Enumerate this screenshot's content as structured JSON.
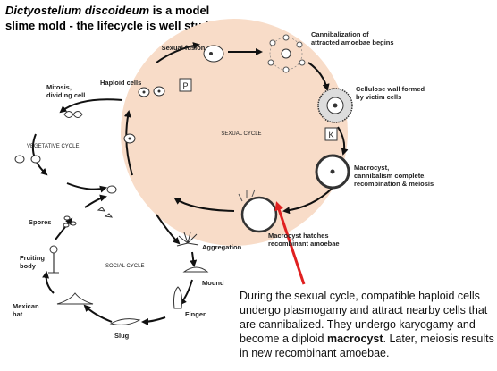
{
  "title": {
    "species": "Dictyostelium discoideum",
    "rest_line1": " is a model",
    "line2": "slime mold - the lifecycle is well studied."
  },
  "labels": {
    "sexual_fusion": "Sexual fusion",
    "cannibalization_1": "Cannibalization of",
    "cannibalization_2": "attracted amoebae begins",
    "haploid_cells": "Haploid cells",
    "p_box": "P",
    "mitosis_1": "Mitosis,",
    "mitosis_2": "dividing cell",
    "cellulose_1": "Cellulose wall formed",
    "cellulose_2": "by victim cells",
    "sexual_cycle": "SEXUAL CYCLE",
    "k_box": "K",
    "vegetative_cycle": "VEGETATIVE CYCLE",
    "macrocyst_1": "Macrocyst,",
    "macrocyst_2": "cannibalism complete,",
    "macrocyst_3": "recombination & meiosis",
    "spores": "Spores",
    "hatches_1": "Macrocyst hatches",
    "hatches_2": "recombinant amoebae",
    "aggregation": "Aggregation",
    "fruiting_1": "Fruiting",
    "fruiting_2": "body",
    "social_cycle": "SOCIAL CYCLE",
    "mound": "Mound",
    "mexican_1": "Mexican",
    "mexican_2": "hat",
    "finger": "Finger",
    "slug": "Slug"
  },
  "caption": {
    "part1": "During the sexual cycle, compatible haploid cells undergo plasmogamy and attract nearby cells that are cannibalized. They undergo karyogamy and become a diploid ",
    "bold": "macrocyst",
    "part2": ". Later, meiosis results in new recombinant amoebae."
  },
  "colors": {
    "sexual_cycle_fill": "#f8dcc8",
    "pointer_arrow": "#e02020",
    "cycle_arrows": "#111111"
  }
}
